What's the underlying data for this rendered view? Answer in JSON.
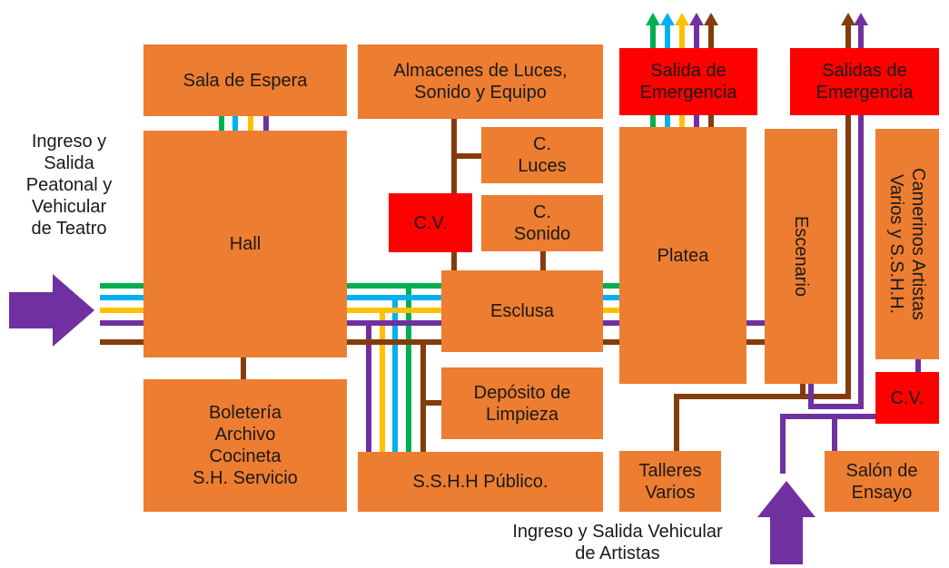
{
  "colors": {
    "room": "#ed7d31",
    "emergency": "#ff0000",
    "green_line": "#00b050",
    "blue_line": "#00b0f0",
    "yellow_line": "#ffc000",
    "purple_line": "#7030a0",
    "brown_line": "#843c0c",
    "arrow": "#7030a0"
  },
  "rooms": {
    "sala_espera": "Sala de Espera",
    "hall": "Hall",
    "boleteria": "Boletería\nArchivo\nCocineta\nS.H. Servicio",
    "almacenes": "Almacenes de Luces,\nSonido y Equipo",
    "c_luces": "C.\nLuces",
    "c_sonido": "C.\nSonido",
    "cv_left": "C.V.",
    "esclusa": "Esclusa",
    "deposito": "Depósito de\nLimpieza",
    "sshh_publico": "S.S.H.H Público.",
    "salida_emergencia": "Salida de\nEmergencia",
    "salidas_emergencia": "Salidas de\nEmergencia",
    "platea": "Platea",
    "escenario": "Escenario",
    "camerinos": "Camerinos Artistas\nVarios y S.S.H.H.",
    "cv_right": "C.V.",
    "talleres": "Talleres\nVarios",
    "salon_ensayo": "Salón de\nEnsayo"
  },
  "labels": {
    "ingreso_teatro": "Ingreso y\nSalida\nPeatonal y\nVehicular\nde Teatro",
    "ingreso_artistas": "Ingreso y Salida Vehicular\nde Artistas"
  }
}
